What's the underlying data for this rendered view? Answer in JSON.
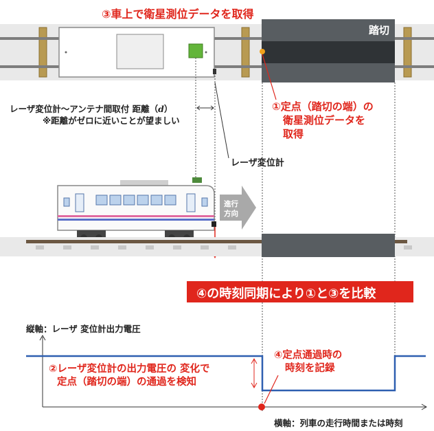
{
  "title": "③車上で衛星測位データを取得",
  "crossing_label": "踏切",
  "distance_note": {
    "line1": "レーザ変位計～アンテナ間取付  距離（",
    "d": "d",
    "line1_end": "）",
    "line2": "※距離がゼロに近いことが望ましい"
  },
  "fixed_point": {
    "line1": "①定点（踏切の端）の",
    "line2": "衛星測位データを",
    "line3": "取得"
  },
  "laser_label": "レーザ変位計",
  "direction": {
    "line1": "進行",
    "line2": "方向"
  },
  "compare_banner": "④の時刻同期により①と③を比較",
  "y_axis_label": "縦軸：レーザ 変位計出力電圧",
  "detect_note": {
    "line1": "②レーザ変位計の出力電圧の  変化で",
    "line2": "定点（踏切の端）の通過を検知"
  },
  "record_note": {
    "line1": "④定点通過時の",
    "line2": "時刻を記録"
  },
  "x_axis_label": "横軸：列車の走行時間または時刻",
  "colors": {
    "accent_red": "#e0261c",
    "crossing": "#555a5e",
    "rail": "#7d7d7d",
    "sleeper": "#b89a52",
    "signal_blue": "#2e5fb0",
    "antenna_green": "#63b53a"
  }
}
